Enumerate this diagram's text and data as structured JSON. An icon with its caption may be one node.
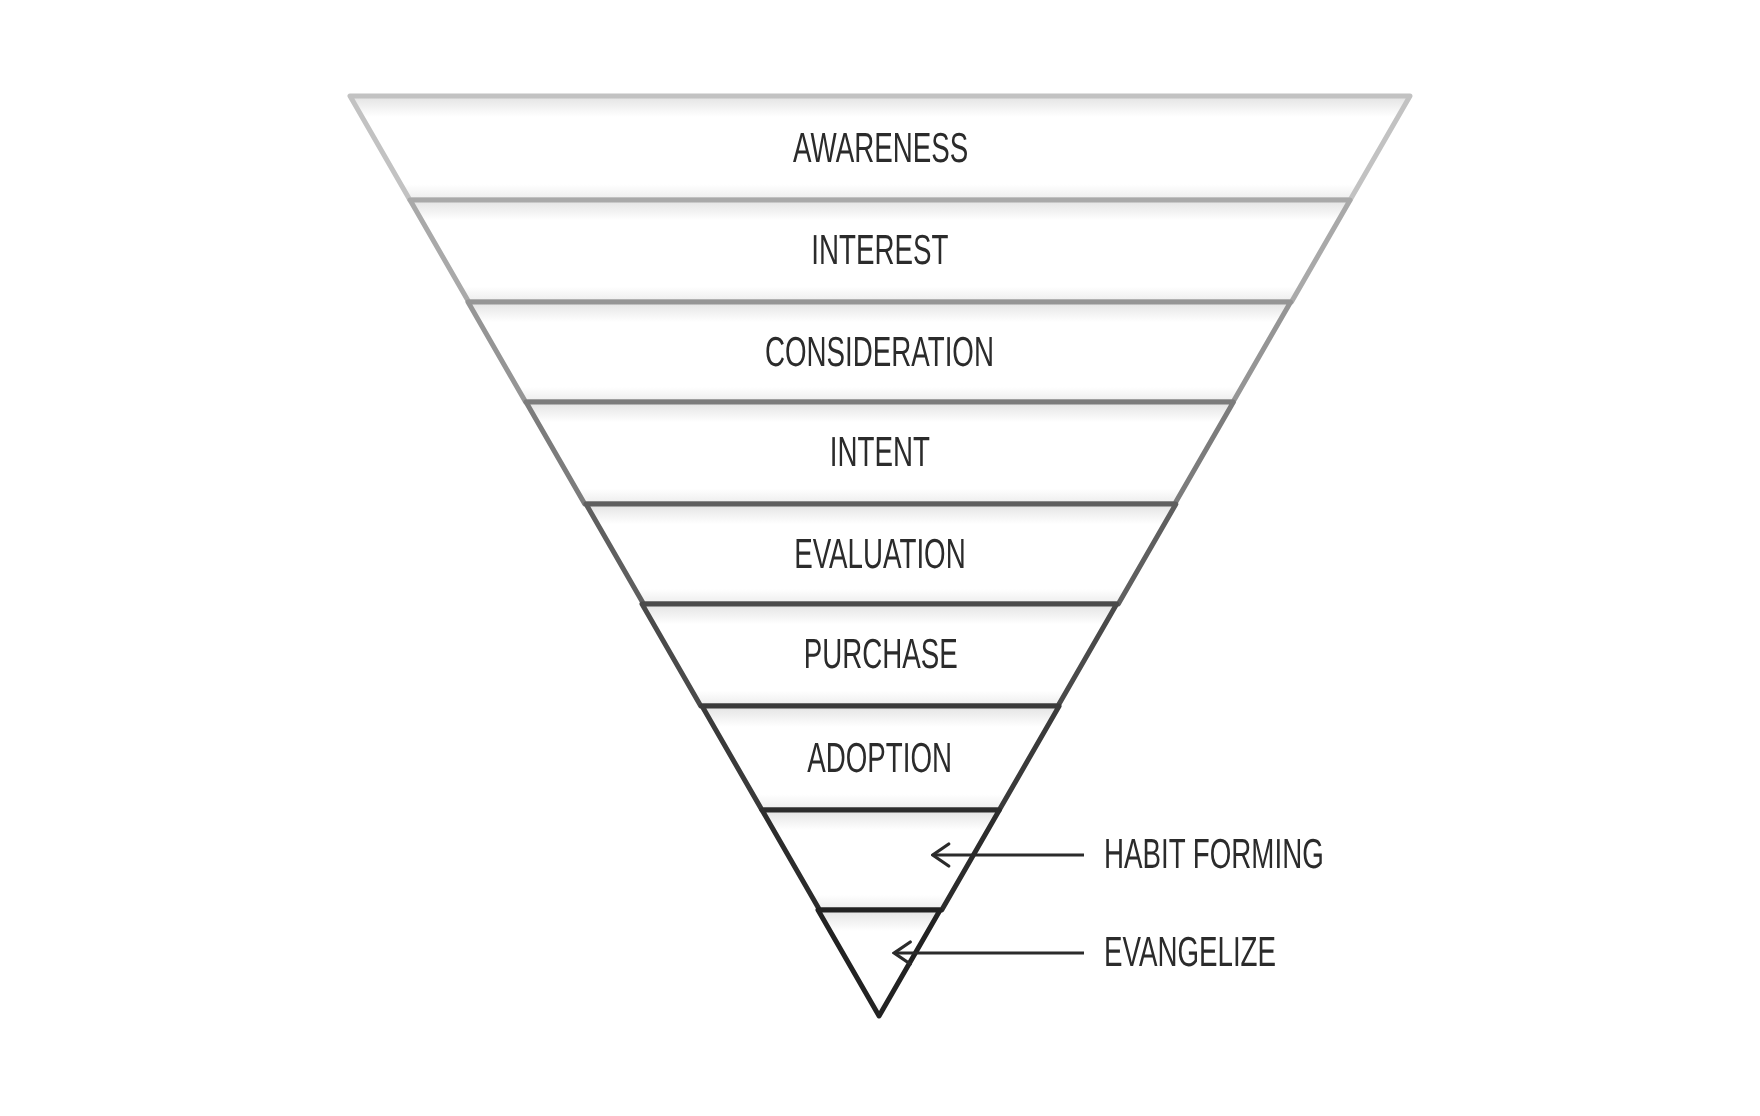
{
  "diagram": {
    "nodes": [
      {
        "text": [
          "AWARENESS"
        ]
      },
      {
        "text": [
          "INTEREST"
        ]
      },
      {
        "text": [
          "CONSIDERATION"
        ]
      },
      {
        "text": [
          "INTENT"
        ]
      },
      {
        "text": [
          "EVALUATION"
        ]
      },
      {
        "text": [
          "PURCHASE"
        ]
      },
      {
        "text": [
          "ADOPTION"
        ]
      },
      {
        "text": [],
        "shape": "trapezoid"
      },
      {
        "text": [],
        "shape": "triangle"
      },
      {
        "text": [
          "HABIT FORMING"
        ]
      },
      {
        "text": [
          "EVANGELIZE"
        ]
      }
    ],
    "edges": [
      {
        "from": 9,
        "to": 7,
        "arrow": "to"
      },
      {
        "from": 10,
        "to": 8,
        "arrow": "to"
      }
    ]
  }
}
